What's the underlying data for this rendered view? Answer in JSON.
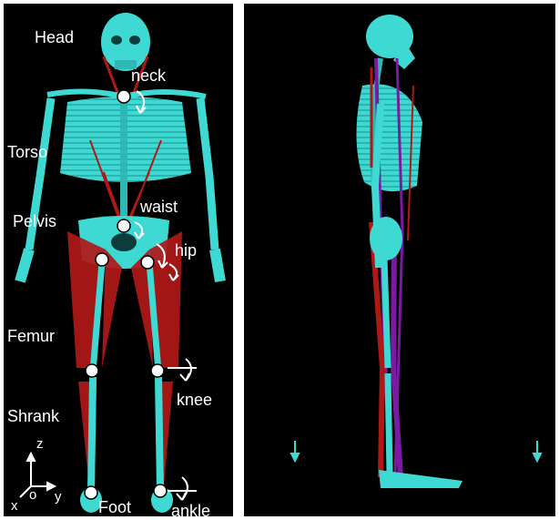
{
  "labels": {
    "head": "Head",
    "neck": "neck",
    "torso": "Torso",
    "waist": "waist",
    "pelvis": "Pelvis",
    "hip": "hip",
    "femur": "Femur",
    "knee": "knee",
    "shrank": "Shrank",
    "foot": "Foot",
    "ankle": "ankle"
  },
  "axes": {
    "z": "z",
    "o": "o",
    "y": "y",
    "x": "x"
  },
  "colors": {
    "background": "#000000",
    "bone": "#3fd9d4",
    "bone_dark": "#1a8f8c",
    "muscle": "#b01818",
    "muscle_side": "#7a1aa0",
    "joint": "#ffffff"
  }
}
